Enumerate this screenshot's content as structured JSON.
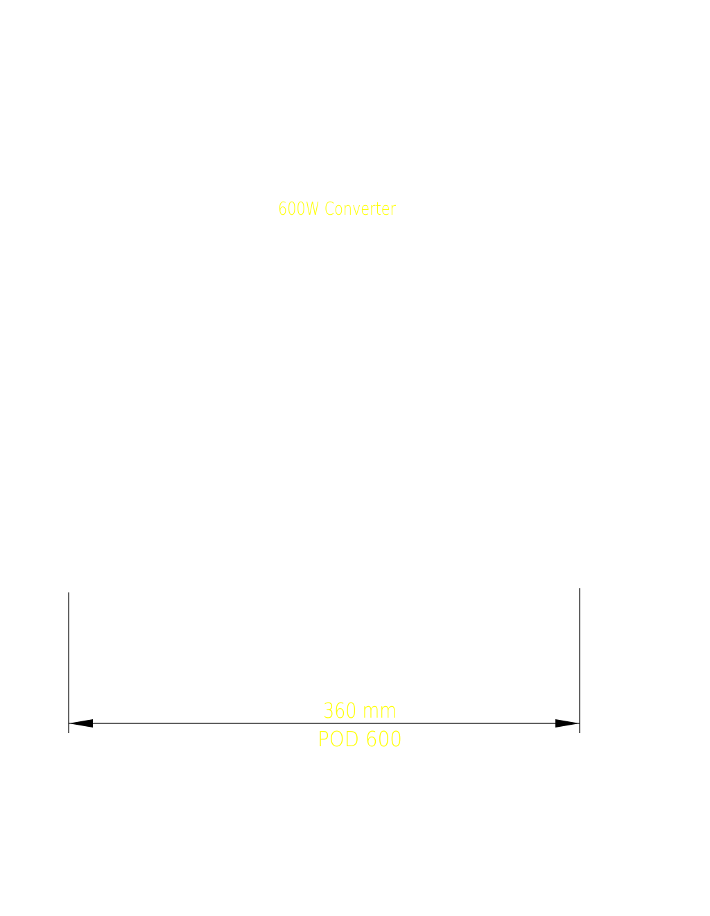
{
  "drawing": {
    "title": "600W Converter",
    "dimension": {
      "value_label": "360 mm",
      "sub_label": "POD 600"
    }
  },
  "colors": {
    "text": "#ffff00",
    "lines": "#000000",
    "background": "#ffffff"
  }
}
